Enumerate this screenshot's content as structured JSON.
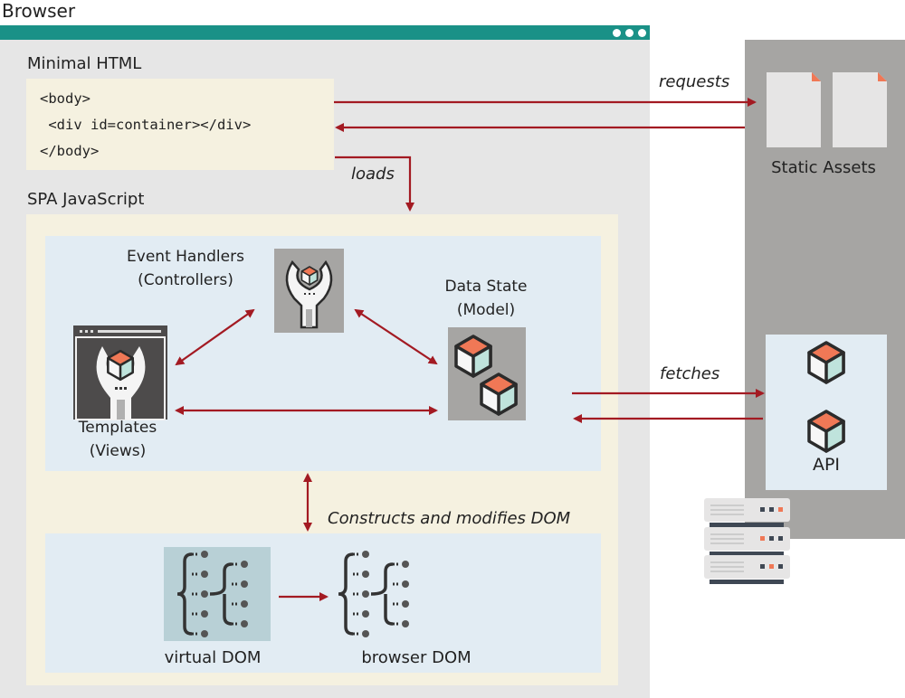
{
  "browser": {
    "title": "Browser",
    "window_controls": [
      "dot",
      "dot",
      "dot"
    ]
  },
  "minimal_html": {
    "title": "Minimal HTML",
    "code_lines": [
      "<body>",
      " <div id=container></div>",
      "</body>"
    ]
  },
  "spa": {
    "title": "SPA JavaScript",
    "components": {
      "controllers": {
        "line1": "Event Handlers",
        "line2": "(Controllers)",
        "icon": "wrench-cube-icon"
      },
      "model": {
        "line1": "Data State",
        "line2": "(Model)",
        "icon": "cubes-icon"
      },
      "views": {
        "line1": "Templates",
        "line2": "(Views)",
        "icon": "window-wrench-icon"
      }
    },
    "dom_label": "Constructs and modifies DOM",
    "virtual_dom": "virtual DOM",
    "browser_dom": "browser DOM"
  },
  "server": {
    "static_assets": "Static Assets",
    "api": "API",
    "server_icon": "server-rack-icon"
  },
  "arrows": {
    "requests": "requests",
    "loads": "loads",
    "fetches": "fetches"
  },
  "colors": {
    "browser_bar": "#1a9187",
    "arrow": "#a31a22",
    "cube_top": "#f07856",
    "cube_side": "#bfe3dc",
    "html_box": "#f5f1e0",
    "inner_panel": "#e2ecf3",
    "server_bg": "#a6a5a3"
  }
}
